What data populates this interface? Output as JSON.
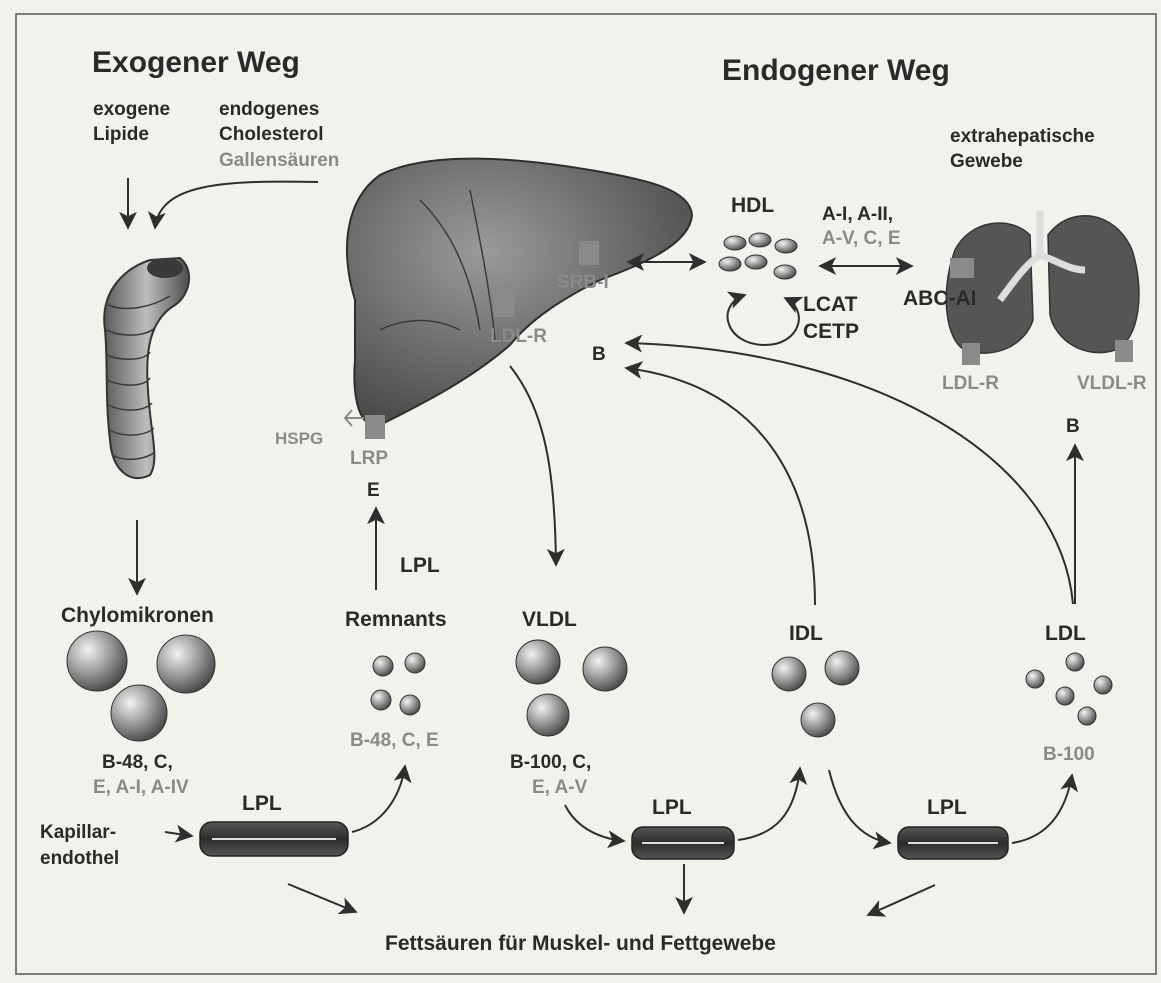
{
  "titles": {
    "exogen": "Exogener Weg",
    "endogen": "Endogener Weg"
  },
  "inputs": {
    "exogene": "exogene",
    "lipide": "Lipide",
    "endogenes": "endogenes",
    "cholesterol": "Cholesterol",
    "gallen": "Gallensäuren"
  },
  "tissue": {
    "line1": "extrahepatische",
    "line2": "Gewebe"
  },
  "receptors": {
    "srb": "SRB-I",
    "ldlr_liver": "LDL-R",
    "hspg": "HSPG",
    "lrp": "LRP",
    "abc": "ABC-AI",
    "ldlr_tissue": "LDL-R",
    "vldlr": "VLDL-R"
  },
  "hdl": {
    "label": "HDL",
    "apo1": "A-I, A-II,",
    "apo2": "A-V, C, E",
    "lcat": "LCAT",
    "cetp": "CETP"
  },
  "markers": {
    "b_mid": "B",
    "b_right": "B",
    "e": "E"
  },
  "particles": {
    "chylo": "Chylomikronen",
    "chylo_apo1": "B-48, C,",
    "chylo_apo2": "E, A-I, A-IV",
    "remnants": "Remnants",
    "remnants_apo": "B-48, C, E",
    "vldl": "VLDL",
    "vldl_apo1": "B-100, C,",
    "vldl_apo2": "E, A-V",
    "idl": "IDL",
    "ldl": "LDL",
    "ldl_apo": "B-100"
  },
  "enzymes": {
    "lpl_1": "LPL",
    "lpl_2": "LPL",
    "lpl_3": "LPL",
    "lpl_up": "LPL"
  },
  "endothel": {
    "line1": "Kapillar-",
    "line2": "endothel"
  },
  "bottom": {
    "fatty_acids": "Fettsäuren für Muskel- und  Fettgewebe"
  },
  "colors": {
    "dark_text": "#2a2a2a",
    "grey_text": "#8a8a8a",
    "background": "#f3f1ec",
    "organ": "#6f6f6f"
  }
}
